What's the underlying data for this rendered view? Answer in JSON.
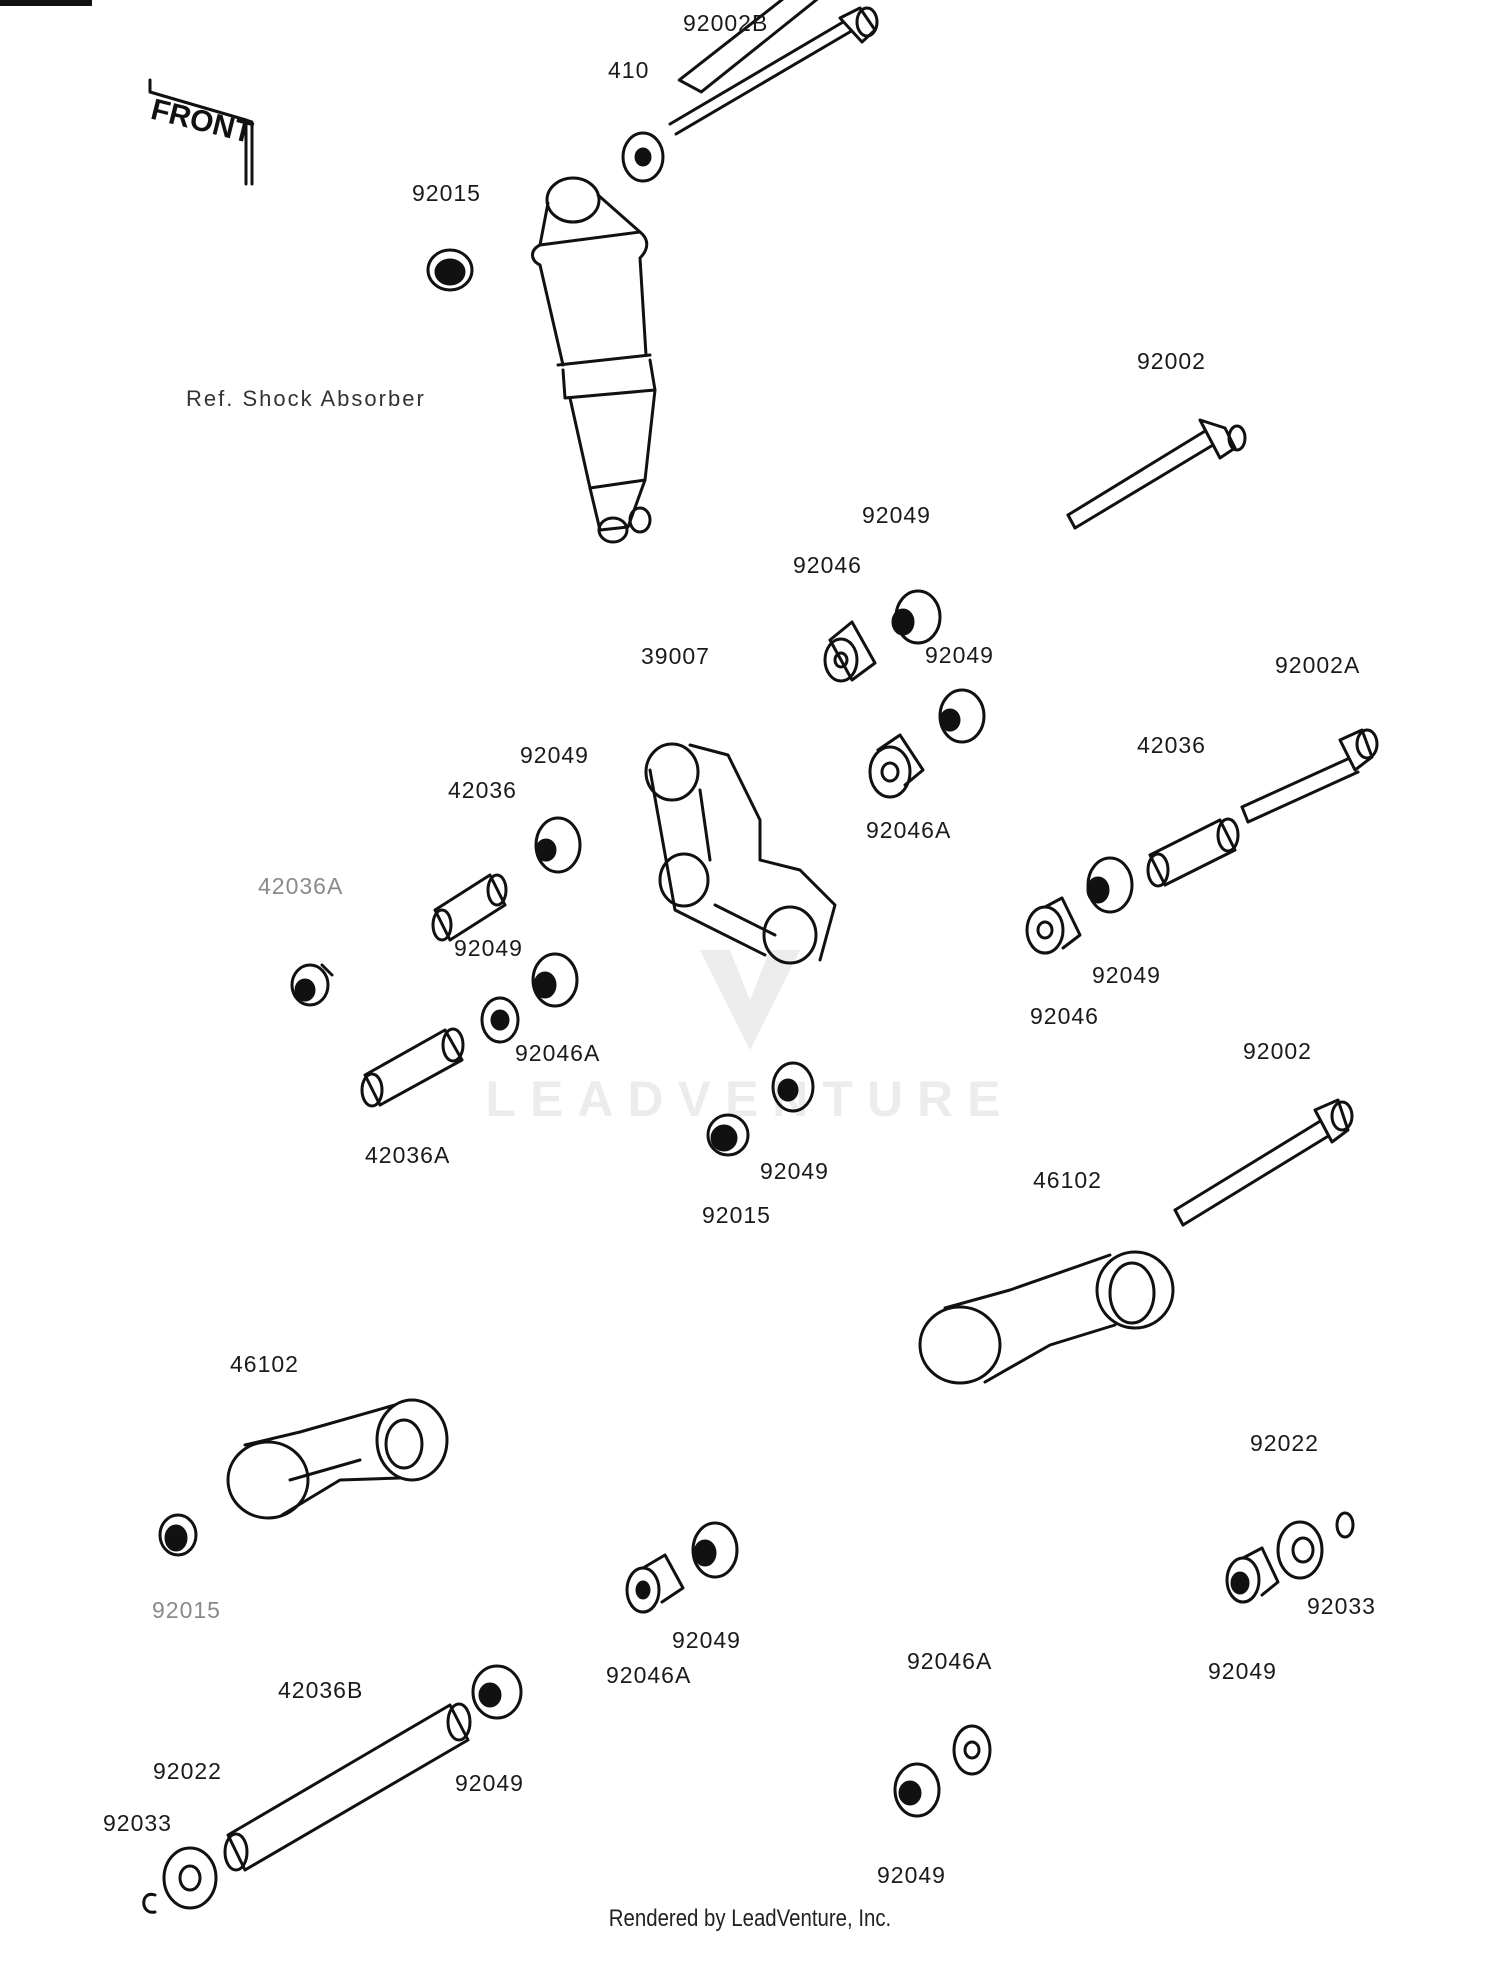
{
  "front_tag": "FRONT",
  "shock_caption": "Ref. Shock Absorber",
  "watermark": "LEADVENTURE",
  "footer": "Rendered by LeadVenture, Inc.",
  "labels": {
    "l_92002B": "92002B",
    "l_410": "410",
    "l_92015_top": "92015",
    "l_92002_top": "92002",
    "l_92049_a": "92049",
    "l_92046_a": "92046",
    "l_39007": "39007",
    "l_92049_b": "92049",
    "l_92002A": "92002A",
    "l_92049_c": "92049",
    "l_42036_left": "42036",
    "l_42036_right": "42036",
    "l_92046A_a": "92046A",
    "l_42036A_top": "42036A",
    "l_92049_d": "92049",
    "l_92049_e": "92049",
    "l_92046_b": "92046",
    "l_92046A_b": "92046A",
    "l_92002_mid": "92002",
    "l_42036A_bot": "42036A",
    "l_92049_f": "92049",
    "l_46102_right": "46102",
    "l_92015_mid": "92015",
    "l_46102_left": "46102",
    "l_92022_right": "92022",
    "l_92015_bot": "92015",
    "l_92033_right": "92033",
    "l_92049_g": "92049",
    "l_92046A_c": "92046A",
    "l_92046A_d": "92046A",
    "l_92049_h": "92049",
    "l_42036B": "42036B",
    "l_92022_left": "92022",
    "l_92049_i": "92049",
    "l_92033_left": "92033",
    "l_92049_j": "92049"
  }
}
